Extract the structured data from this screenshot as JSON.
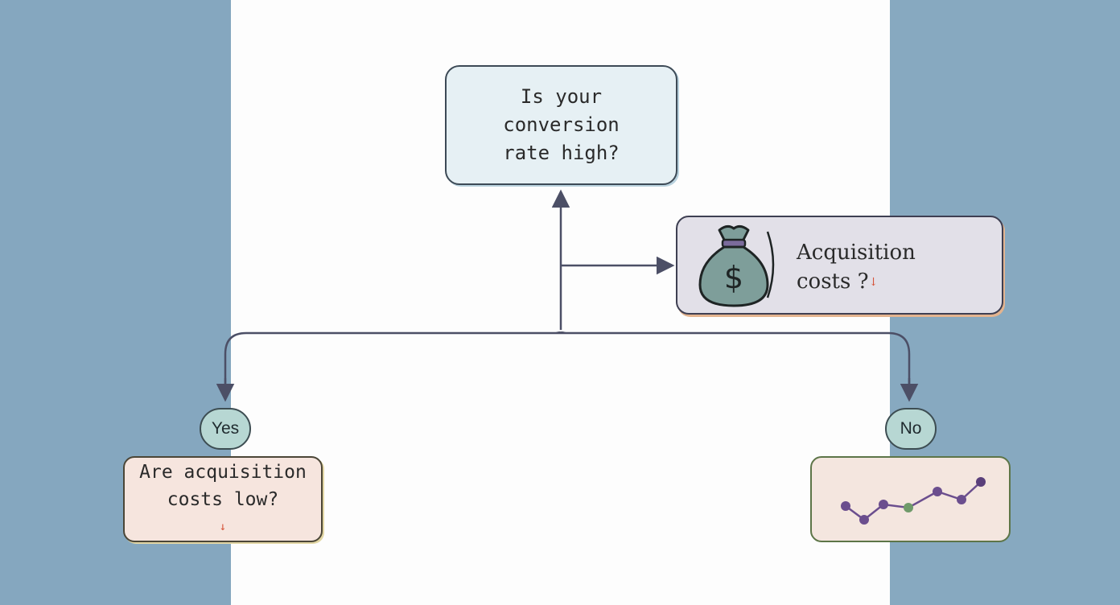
{
  "question_node": {
    "line1": "Is your",
    "line2": "conversion",
    "line3": "rate high?"
  },
  "acquisition_node": {
    "line1": "Acquisition",
    "line2": "costs ?",
    "mark": "↓",
    "icon": "money-bag-icon",
    "icon_symbol": "$"
  },
  "yes_branch": {
    "label": "Yes",
    "line1": "Are acquisition",
    "line2": "costs low?",
    "mark": "↓"
  },
  "no_branch": {
    "label": "No",
    "icon": "trend-line-icon"
  },
  "colors": {
    "side_panel": "#87a9c0",
    "center_panel": "#fdfdfd",
    "question_fill": "#e6f0f4",
    "acquisition_fill": "#e2e0e8",
    "yes_fill": "#f6e5de",
    "no_border": "#5d7548",
    "pill_fill": "#b7d7d3",
    "connector": "#4c4f66"
  }
}
